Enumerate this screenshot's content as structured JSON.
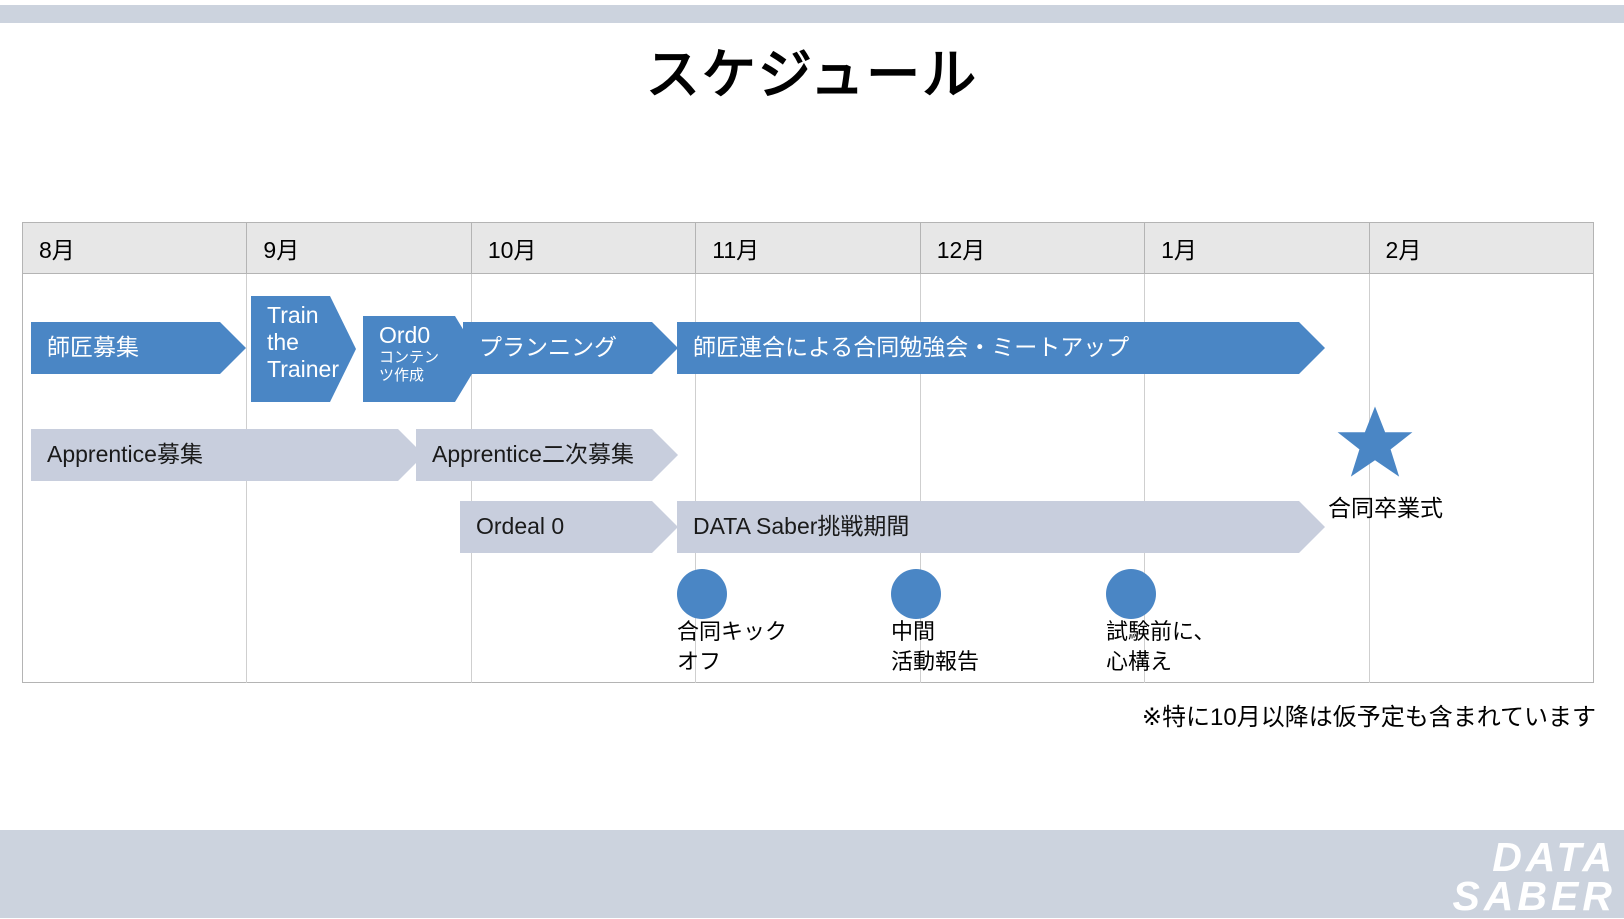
{
  "slide": {
    "title": "スケジュール",
    "footnote": "※特に10月以降は仮予定も含まれています",
    "brand": {
      "line1": "DATA",
      "line2": "SABER"
    },
    "colors": {
      "accent_blue": "#4a86c5",
      "muted_gray": "#c8cedd",
      "band": "#ccd3de",
      "header_row": "#e7e7e7",
      "table_border": "#b4b4b4"
    }
  },
  "chart_data": {
    "type": "table",
    "title": "スケジュール",
    "categories": [
      "8月",
      "9月",
      "10月",
      "11月",
      "12月",
      "1月",
      "2月"
    ],
    "xlabel": "",
    "ylabel": "",
    "bars": [
      {
        "label": "師匠募集",
        "sub": "",
        "row": 1,
        "start_month": "8月",
        "end_month": "8月",
        "style": "blue",
        "shape": "chevron"
      },
      {
        "label": "Train\nthe\nTrainer",
        "sub": "",
        "row": 1,
        "start_month": "9月",
        "end_month": "9月",
        "style": "blue",
        "shape": "chevron"
      },
      {
        "label": "Ord0",
        "sub": "コンテン\nツ作成",
        "row": 1,
        "start_month": "9月",
        "end_month": "9月",
        "style": "blue",
        "shape": "chevron"
      },
      {
        "label": "プランニング",
        "sub": "",
        "row": 1,
        "start_month": "10月",
        "end_month": "10月",
        "style": "blue",
        "shape": "chevron"
      },
      {
        "label": "師匠連合による合同勉強会・ミートアップ",
        "sub": "",
        "row": 1,
        "start_month": "11月",
        "end_month": "1月",
        "style": "blue",
        "shape": "chevron"
      },
      {
        "label": "Apprentice募集",
        "sub": "",
        "row": 2,
        "start_month": "8月",
        "end_month": "9月",
        "style": "gray",
        "shape": "chevron"
      },
      {
        "label": "Apprentice二次募集",
        "sub": "",
        "row": 2,
        "start_month": "10月",
        "end_month": "10月",
        "style": "gray",
        "shape": "chevron"
      },
      {
        "label": "Ordeal 0",
        "sub": "",
        "row": 3,
        "start_month": "10月",
        "end_month": "10月",
        "style": "gray",
        "shape": "chevron"
      },
      {
        "label": "DATA Saber挑戦期間",
        "sub": "",
        "row": 3,
        "start_month": "11月",
        "end_month": "1月",
        "style": "gray",
        "shape": "chevron"
      }
    ],
    "milestones": [
      {
        "label": "合同キック\nオフ",
        "month": "11月",
        "marker": "circle"
      },
      {
        "label": "中間\n活動報告",
        "month": "12月",
        "marker": "circle"
      },
      {
        "label": "試験前に、\n心構え",
        "month": "1月",
        "marker": "circle"
      }
    ],
    "events": [
      {
        "label": "合同卒業式",
        "month": "2月",
        "marker": "star"
      }
    ],
    "annotations": [
      "※特に10月以降は仮予定も含まれています"
    ]
  },
  "bars": {
    "b0": {
      "label": "師匠募集"
    },
    "b1": {
      "label": "Train the Trainer"
    },
    "b2": {
      "label": "Ord0",
      "sub": "コンテン ツ作成"
    },
    "b3": {
      "label": "プランニング"
    },
    "b4": {
      "label": "師匠連合による合同勉強会・ミートアップ"
    },
    "b5": {
      "label": "Apprentice募集"
    },
    "b6": {
      "label": "Apprentice二次募集"
    },
    "b7": {
      "label": "Ordeal 0"
    },
    "b8": {
      "label": "DATA Saber挑戦期間"
    }
  },
  "bar_lines": {
    "train_1": "Train",
    "train_2": "the",
    "train_3": "Trainer",
    "ord0_main": "Ord0",
    "ord0_sub_1": "コンテン",
    "ord0_sub_2": "ツ作成"
  },
  "milestones": {
    "m0": "合同キック\nオフ",
    "m1": "中間\n活動報告",
    "m2": "試験前に、\n心構え"
  },
  "events": {
    "e0": "合同卒業式"
  },
  "months": {
    "m1": "8月",
    "m2": "9月",
    "m3": "10月",
    "m4": "11月",
    "m5": "12月",
    "m6": "1月",
    "m7": "2月"
  }
}
